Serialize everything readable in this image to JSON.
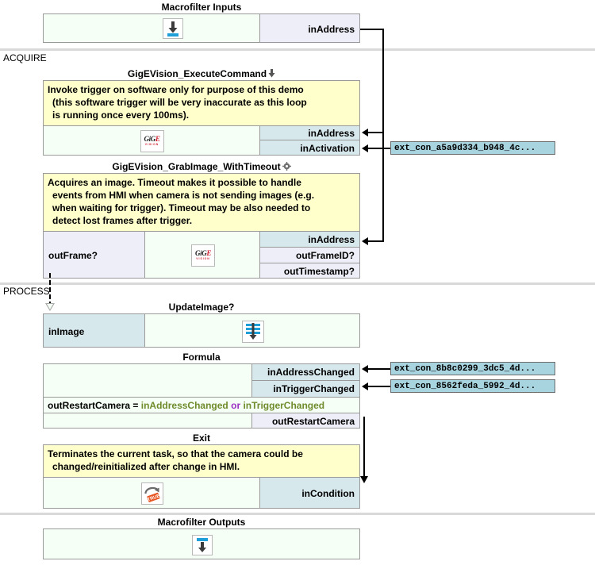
{
  "sections": [
    {
      "label": "ACQUIRE"
    },
    {
      "label": "PROCESS"
    }
  ],
  "blocks": {
    "macrofilter_inputs": {
      "title": "Macrofilter Inputs",
      "icon": "macrofilter-input-icon",
      "ports": [
        {
          "name": "inAddress",
          "kind": "out"
        }
      ]
    },
    "execute_command": {
      "title": "GigEVision_ExecuteCommand",
      "title_icon": "down-arrow-icon",
      "icon": "gige-vision-icon",
      "comment": [
        "Invoke trigger on software only for purpose of this demo",
        "(this software trigger will be very inaccurate as this loop",
        "is running once every 100ms)."
      ],
      "ports": [
        {
          "name": "inAddress",
          "kind": "in"
        },
        {
          "name": "inActivation",
          "kind": "in"
        }
      ]
    },
    "grab_image": {
      "title": "GigEVision_GrabImage_WithTimeout",
      "title_icon": "gear-icon",
      "icon": "gige-vision-icon",
      "comment": [
        "Acquires an image. Timeout makes it possible to handle",
        "events from HMI when camera is not sending images (e.g.",
        "when waiting for trigger). Timeout may be also needed to",
        "detect lost frames after trigger."
      ],
      "left_port": {
        "name": "outFrame?",
        "kind": "out"
      },
      "ports": [
        {
          "name": "inAddress",
          "kind": "in"
        },
        {
          "name": "outFrameID?",
          "kind": "out"
        },
        {
          "name": "outTimestamp?",
          "kind": "out"
        }
      ]
    },
    "update_image": {
      "title": "UpdateImage?",
      "icon": "update-image-icon",
      "left_port": {
        "name": "inImage",
        "kind": "in"
      }
    },
    "formula": {
      "title": "Formula",
      "ports_top": [
        {
          "name": "inAddressChanged",
          "kind": "in"
        },
        {
          "name": "inTriggerChanged",
          "kind": "in"
        }
      ],
      "expression": {
        "target": "outRestartCamera",
        "equals": "=",
        "operand_a": "inAddressChanged",
        "operator": "or",
        "operand_b": "inTriggerChanged"
      },
      "ports_bottom": [
        {
          "name": "outRestartCamera",
          "kind": "out"
        }
      ]
    },
    "exit": {
      "title": "Exit",
      "icon": "exit-true-icon",
      "comment": [
        "Terminates the current task, so that the camera could be",
        "changed/reinitialized after change in HMI."
      ],
      "ports": [
        {
          "name": "inCondition",
          "kind": "in"
        }
      ]
    },
    "macrofilter_outputs": {
      "title": "Macrofilter Outputs",
      "icon": "macrofilter-output-icon"
    }
  },
  "external_connectors": [
    {
      "id": "ext-con-activation",
      "label": "ext_con_a5a9d334_b948_4c..."
    },
    {
      "id": "ext-con-address-changed",
      "label": "ext_con_8b8c0299_3dc5_4d..."
    },
    {
      "id": "ext-con-trigger-changed",
      "label": "ext_con_8562feda_5992_4d..."
    }
  ],
  "colors": {
    "input_port": "#d7e8ed",
    "output_port": "#edeef7",
    "comment_bg": "#ffffcc",
    "block_bg": "#f5fff5",
    "border": "#9a9a9a",
    "ext_connector": "#a8d4e0",
    "section_divider": "#d9d9d9",
    "accent_blue": "#1f9fd8",
    "accent_orange": "#e8531f",
    "formula_ref": "#6f8b2b",
    "formula_op": "#9b30c4"
  },
  "gige_logo": {
    "text": "GiGE",
    "sub": "VISION"
  },
  "exit_icon": {
    "tag": "TRUE"
  }
}
